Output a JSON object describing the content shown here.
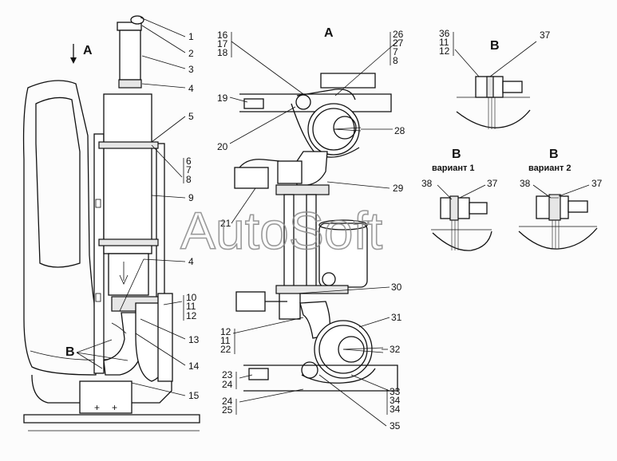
{
  "views": {
    "left_view_letter": "A",
    "main_view_letter": "A",
    "view_b_top": "B",
    "view_b_v1": "B",
    "view_b_v1_caption": "вариант 1",
    "view_b_v2": "B",
    "view_b_v2_caption": "вариант 2",
    "left_b_marker": "B"
  },
  "watermark": "AutoSoft",
  "left_callouts": {
    "c1": "1",
    "c2": "2",
    "c3": "3",
    "c4a": "4",
    "c5": "5",
    "c6": "6",
    "c7": "7",
    "c8": "8",
    "c9": "9",
    "c4b": "4",
    "c10": "10",
    "c11": "11",
    "c12": "12",
    "c13": "13",
    "c14": "14",
    "c15": "15"
  },
  "center_callouts": {
    "g16": "16",
    "g17": "17",
    "g18": "18",
    "c19": "19",
    "c20": "20",
    "c21": "21",
    "g26": "26",
    "g27": "27",
    "g7": "7",
    "g8": "8",
    "c28": "28",
    "c29": "29",
    "c30": "30",
    "c31": "31",
    "c32": "32",
    "g12": "12",
    "g11": "11",
    "g22": "22",
    "g23": "23",
    "g24a": "24",
    "g24b": "24",
    "g25": "25",
    "g33": "33",
    "g34a": "34",
    "g34b": "34",
    "c35": "35"
  },
  "right_callouts": {
    "g36": "36",
    "g11": "11",
    "g12": "12",
    "c37a": "37",
    "c38a": "38",
    "c37b": "37",
    "c38b": "38",
    "c37c": "37"
  }
}
